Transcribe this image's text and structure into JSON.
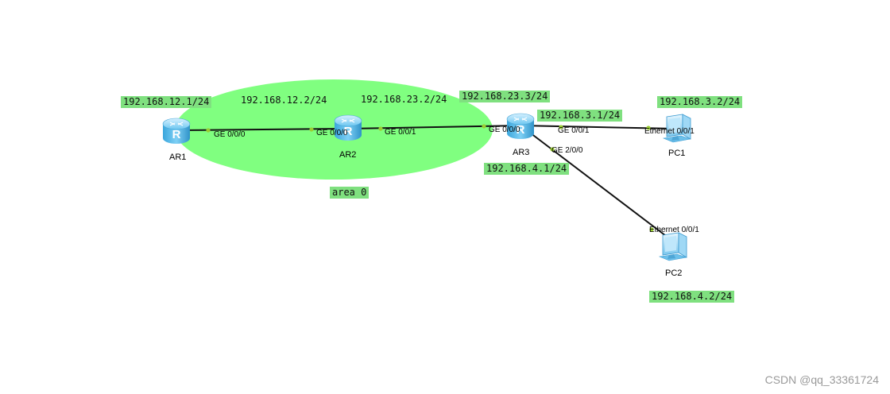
{
  "area": {
    "label": "area 0",
    "fill": "#80ff80"
  },
  "devices": [
    {
      "id": "ar1",
      "name": "AR1",
      "kind": "router"
    },
    {
      "id": "ar2",
      "name": "AR2",
      "kind": "router"
    },
    {
      "id": "ar3",
      "name": "AR3",
      "kind": "router"
    },
    {
      "id": "pc1",
      "name": "PC1",
      "kind": "pc"
    },
    {
      "id": "pc2",
      "name": "PC2",
      "kind": "pc"
    }
  ],
  "ports": {
    "ar1_g000": "GE 0/0/0",
    "ar2_g000": "GE 0/0/0",
    "ar2_g001": "GE 0/0/1",
    "ar3_g000": "GE 0/0/0",
    "ar3_g001": "GE 0/0/1",
    "ar3_g200": "GE 2/0/0",
    "pc1_eth": "Ethernet 0/0/1",
    "pc2_eth": "Ethernet 0/0/1"
  },
  "ips": {
    "ar1": "192.168.12.1/24",
    "ar2_left": "192.168.12.2/24",
    "ar2_right": "192.168.23.2/24",
    "ar3_left": "192.168.23.3/24",
    "ar3_pc1": "192.168.3.1/24",
    "pc1": "192.168.3.2/24",
    "ar3_pc2": "192.168.4.1/24",
    "pc2": "192.168.4.2/24"
  },
  "links": [
    {
      "from": "ar1",
      "to": "ar2"
    },
    {
      "from": "ar2",
      "to": "ar3"
    },
    {
      "from": "ar3",
      "to": "pc1"
    },
    {
      "from": "ar3",
      "to": "pc2"
    }
  ],
  "watermark": "CSDN @qq_33361724"
}
